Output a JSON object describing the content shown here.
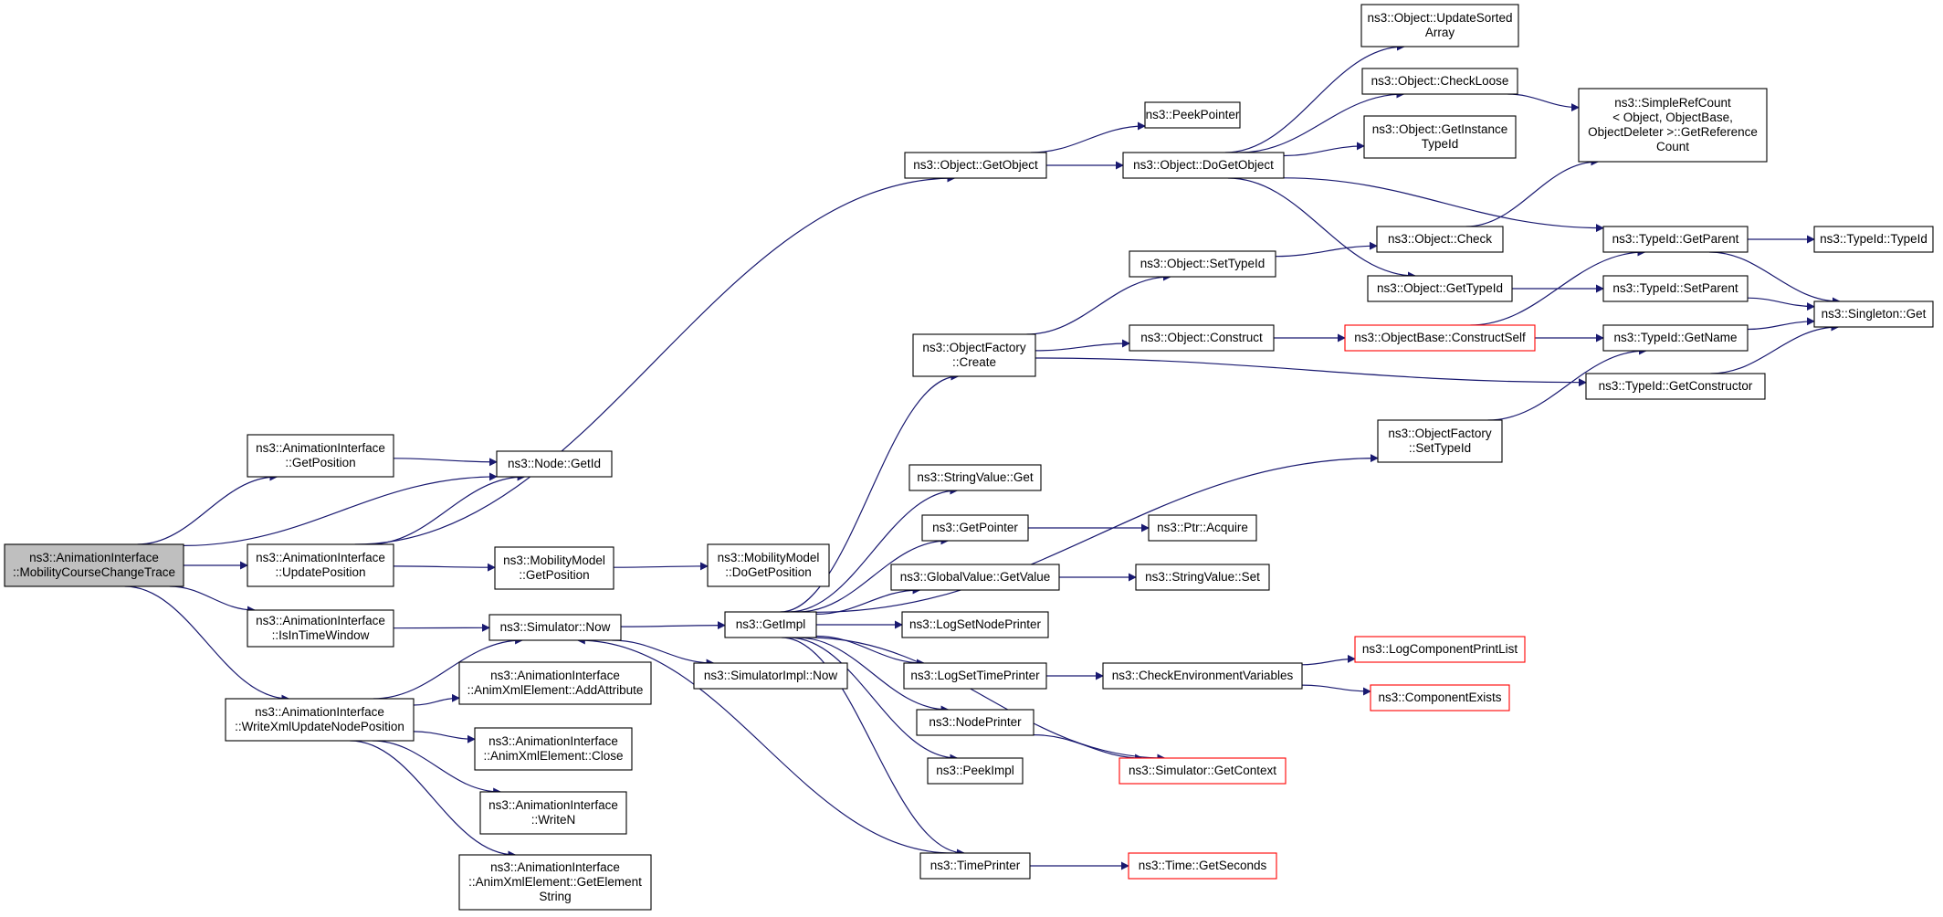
{
  "diagram": {
    "colors": {
      "edge": "#191970",
      "root_fill": "#bfbfbf",
      "red_border": "#ff0000",
      "border": "#000000"
    },
    "nodes": [
      {
        "id": "root",
        "lines": [
          "ns3::AnimationInterface",
          "::MobilityCourseChangeTrace"
        ],
        "style": "root"
      },
      {
        "id": "getposition",
        "lines": [
          "ns3::AnimationInterface",
          "::GetPosition"
        ]
      },
      {
        "id": "updateposition",
        "lines": [
          "ns3::AnimationInterface",
          "::UpdatePosition"
        ]
      },
      {
        "id": "isintimewindow",
        "lines": [
          "ns3::AnimationInterface",
          "::IsInTimeWindow"
        ]
      },
      {
        "id": "writexml",
        "lines": [
          "ns3::AnimationInterface",
          "::WriteXmlUpdateNodePosition"
        ]
      },
      {
        "id": "nodegetid",
        "lines": [
          "ns3::Node::GetId"
        ]
      },
      {
        "id": "mobgetpos",
        "lines": [
          "ns3::MobilityModel",
          "::GetPosition"
        ]
      },
      {
        "id": "mobdogetpos",
        "lines": [
          "ns3::MobilityModel",
          "::DoGetPosition"
        ]
      },
      {
        "id": "simnow",
        "lines": [
          "ns3::Simulator::Now"
        ]
      },
      {
        "id": "addattr",
        "lines": [
          "ns3::AnimationInterface",
          "::AnimXmlElement::AddAttribute"
        ]
      },
      {
        "id": "close",
        "lines": [
          "ns3::AnimationInterface",
          "::AnimXmlElement::Close"
        ]
      },
      {
        "id": "writen",
        "lines": [
          "ns3::AnimationInterface",
          "::WriteN"
        ]
      },
      {
        "id": "getelemstr",
        "lines": [
          "ns3::AnimationInterface",
          "::AnimXmlElement::GetElement",
          "String"
        ]
      },
      {
        "id": "getimpl",
        "lines": [
          "ns3::GetImpl"
        ]
      },
      {
        "id": "simimplnow",
        "lines": [
          "ns3::SimulatorImpl::Now"
        ]
      },
      {
        "id": "objgetobject",
        "lines": [
          "ns3::Object::GetObject"
        ]
      },
      {
        "id": "objfactcreate",
        "lines": [
          "ns3::ObjectFactory",
          "::Create"
        ]
      },
      {
        "id": "strvalget",
        "lines": [
          "ns3::StringValue::Get"
        ]
      },
      {
        "id": "getpointer",
        "lines": [
          "ns3::GetPointer"
        ]
      },
      {
        "id": "globalvalget",
        "lines": [
          "ns3::GlobalValue::GetValue"
        ]
      },
      {
        "id": "logsetnode",
        "lines": [
          "ns3::LogSetNodePrinter"
        ]
      },
      {
        "id": "logsettime",
        "lines": [
          "ns3::LogSetTimePrinter"
        ]
      },
      {
        "id": "nodeprinter",
        "lines": [
          "ns3::NodePrinter"
        ]
      },
      {
        "id": "peekimpl",
        "lines": [
          "ns3::PeekImpl"
        ]
      },
      {
        "id": "timeprinter",
        "lines": [
          "ns3::TimePrinter"
        ]
      },
      {
        "id": "peekpointer",
        "lines": [
          "ns3::PeekPointer"
        ]
      },
      {
        "id": "dogetobject",
        "lines": [
          "ns3::Object::DoGetObject"
        ]
      },
      {
        "id": "settypeid",
        "lines": [
          "ns3::Object::SetTypeId"
        ]
      },
      {
        "id": "objconstruct",
        "lines": [
          "ns3::Object::Construct"
        ]
      },
      {
        "id": "ptracquire",
        "lines": [
          "ns3::Ptr::Acquire"
        ]
      },
      {
        "id": "strvalset",
        "lines": [
          "ns3::StringValue::Set"
        ]
      },
      {
        "id": "checkenv",
        "lines": [
          "ns3::CheckEnvironmentVariables"
        ]
      },
      {
        "id": "simgetctx",
        "lines": [
          "ns3::Simulator::GetContext"
        ],
        "style": "red"
      },
      {
        "id": "timegetsec",
        "lines": [
          "ns3::Time::GetSeconds"
        ],
        "style": "red"
      },
      {
        "id": "updatesorted",
        "lines": [
          "ns3::Object::UpdateSorted",
          "Array"
        ]
      },
      {
        "id": "checkloose",
        "lines": [
          "ns3::Object::CheckLoose"
        ]
      },
      {
        "id": "getinsttypeid",
        "lines": [
          "ns3::Object::GetInstance",
          "TypeId"
        ]
      },
      {
        "id": "objcheck",
        "lines": [
          "ns3::Object::Check"
        ]
      },
      {
        "id": "objgettypeid",
        "lines": [
          "ns3::Object::GetTypeId"
        ]
      },
      {
        "id": "constructself",
        "lines": [
          "ns3::ObjectBase::ConstructSelf"
        ],
        "style": "red"
      },
      {
        "id": "objfactsettid",
        "lines": [
          "ns3::ObjectFactory",
          "::SetTypeId"
        ]
      },
      {
        "id": "logcompprint",
        "lines": [
          "ns3::LogComponentPrintList"
        ],
        "style": "red"
      },
      {
        "id": "compexists",
        "lines": [
          "ns3::ComponentExists"
        ],
        "style": "red"
      },
      {
        "id": "simplerefcount",
        "lines": [
          "ns3::SimpleRefCount",
          "< Object, ObjectBase,",
          "ObjectDeleter >::GetReference",
          "Count"
        ]
      },
      {
        "id": "tidgetparent",
        "lines": [
          "ns3::TypeId::GetParent"
        ]
      },
      {
        "id": "tidsetparent",
        "lines": [
          "ns3::TypeId::SetParent"
        ]
      },
      {
        "id": "tidgetname",
        "lines": [
          "ns3::TypeId::GetName"
        ]
      },
      {
        "id": "tidgetctor",
        "lines": [
          "ns3::TypeId::GetConstructor"
        ]
      },
      {
        "id": "tidtypeid",
        "lines": [
          "ns3::TypeId::TypeId"
        ]
      },
      {
        "id": "singletonget",
        "lines": [
          "ns3::Singleton::Get"
        ]
      }
    ],
    "edges": [
      [
        "root",
        "getposition"
      ],
      [
        "root",
        "nodegetid"
      ],
      [
        "root",
        "updateposition"
      ],
      [
        "root",
        "isintimewindow"
      ],
      [
        "root",
        "writexml"
      ],
      [
        "getposition",
        "nodegetid"
      ],
      [
        "updateposition",
        "nodegetid"
      ],
      [
        "updateposition",
        "objgetobject"
      ],
      [
        "updateposition",
        "mobgetpos"
      ],
      [
        "mobgetpos",
        "mobdogetpos"
      ],
      [
        "isintimewindow",
        "simnow"
      ],
      [
        "writexml",
        "simnow"
      ],
      [
        "writexml",
        "addattr"
      ],
      [
        "writexml",
        "close"
      ],
      [
        "writexml",
        "writen"
      ],
      [
        "writexml",
        "getelemstr"
      ],
      [
        "simnow",
        "getimpl"
      ],
      [
        "simnow",
        "simimplnow"
      ],
      [
        "getimpl",
        "objfactcreate"
      ],
      [
        "getimpl",
        "objfactsettid"
      ],
      [
        "getimpl",
        "strvalget"
      ],
      [
        "getimpl",
        "getpointer"
      ],
      [
        "getimpl",
        "globalvalget"
      ],
      [
        "getimpl",
        "logsetnode"
      ],
      [
        "getimpl",
        "logsettime"
      ],
      [
        "getimpl",
        "nodeprinter"
      ],
      [
        "getimpl",
        "peekimpl"
      ],
      [
        "getimpl",
        "timeprinter"
      ],
      [
        "getimpl",
        "simgetctx"
      ],
      [
        "timeprinter",
        "simnow"
      ],
      [
        "timeprinter",
        "timegetsec"
      ],
      [
        "objgetobject",
        "peekpointer"
      ],
      [
        "objgetobject",
        "dogetobject"
      ],
      [
        "dogetobject",
        "updatesorted"
      ],
      [
        "dogetobject",
        "checkloose"
      ],
      [
        "dogetobject",
        "getinsttypeid"
      ],
      [
        "dogetobject",
        "tidgetparent"
      ],
      [
        "dogetobject",
        "objgettypeid"
      ],
      [
        "objfactcreate",
        "settypeid"
      ],
      [
        "objfactcreate",
        "objconstruct"
      ],
      [
        "objfactcreate",
        "tidgetctor"
      ],
      [
        "settypeid",
        "objcheck"
      ],
      [
        "objconstruct",
        "constructself"
      ],
      [
        "objcheck",
        "simplerefcount"
      ],
      [
        "checkloose",
        "simplerefcount"
      ],
      [
        "constructself",
        "tidgetparent"
      ],
      [
        "constructself",
        "tidgetname"
      ],
      [
        "objgettypeid",
        "tidsetparent"
      ],
      [
        "objfactsettid",
        "tidgetname"
      ],
      [
        "getpointer",
        "ptracquire"
      ],
      [
        "globalvalget",
        "strvalset"
      ],
      [
        "logsettime",
        "checkenv"
      ],
      [
        "checkenv",
        "logcompprint"
      ],
      [
        "checkenv",
        "compexists"
      ],
      [
        "nodeprinter",
        "simgetctx"
      ],
      [
        "tidgetparent",
        "tidtypeid"
      ],
      [
        "tidgetparent",
        "singletonget"
      ],
      [
        "tidsetparent",
        "singletonget"
      ],
      [
        "tidgetname",
        "singletonget"
      ],
      [
        "tidgetctor",
        "singletonget"
      ]
    ]
  }
}
